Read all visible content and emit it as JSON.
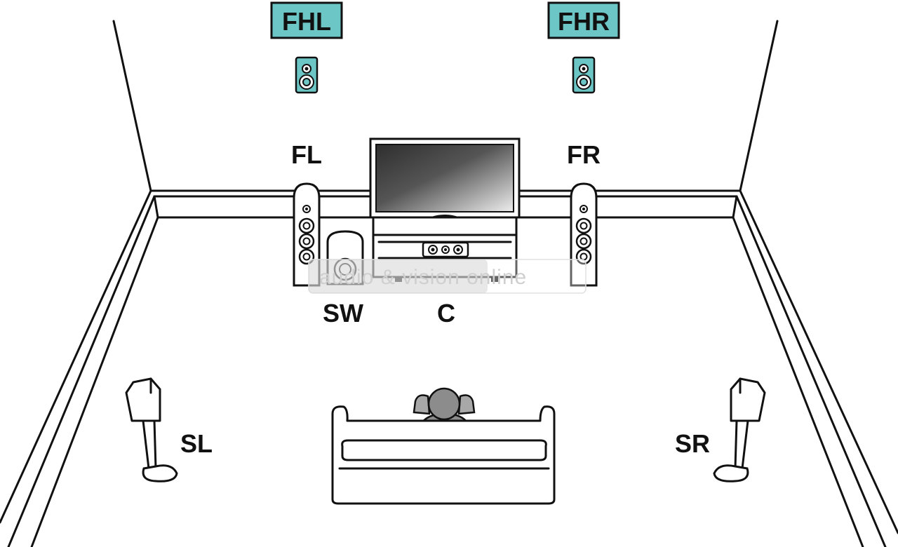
{
  "labels": {
    "fhl": "FHL",
    "fhr": "FHR",
    "fl": "FL",
    "fr": "FR",
    "sw": "SW",
    "c": "C",
    "sl": "SL",
    "sr": "SR"
  },
  "watermark": "audio & vision online",
  "colors": {
    "height_tag_fill": "#6cc6c6",
    "height_speaker_fill": "#6cc6c6",
    "line": "#111111",
    "person": "#8c8c8c",
    "screen_dark": "#333333",
    "screen_light": "#e6e6e6"
  },
  "icons": {
    "front_height": "bookshelf-speaker-icon",
    "front": "tower-speaker-icon",
    "center": "center-speaker-icon",
    "subwoofer": "subwoofer-icon",
    "surround": "stand-speaker-icon",
    "tv": "television-icon",
    "sofa": "sofa-icon",
    "listener": "listener-icon"
  }
}
